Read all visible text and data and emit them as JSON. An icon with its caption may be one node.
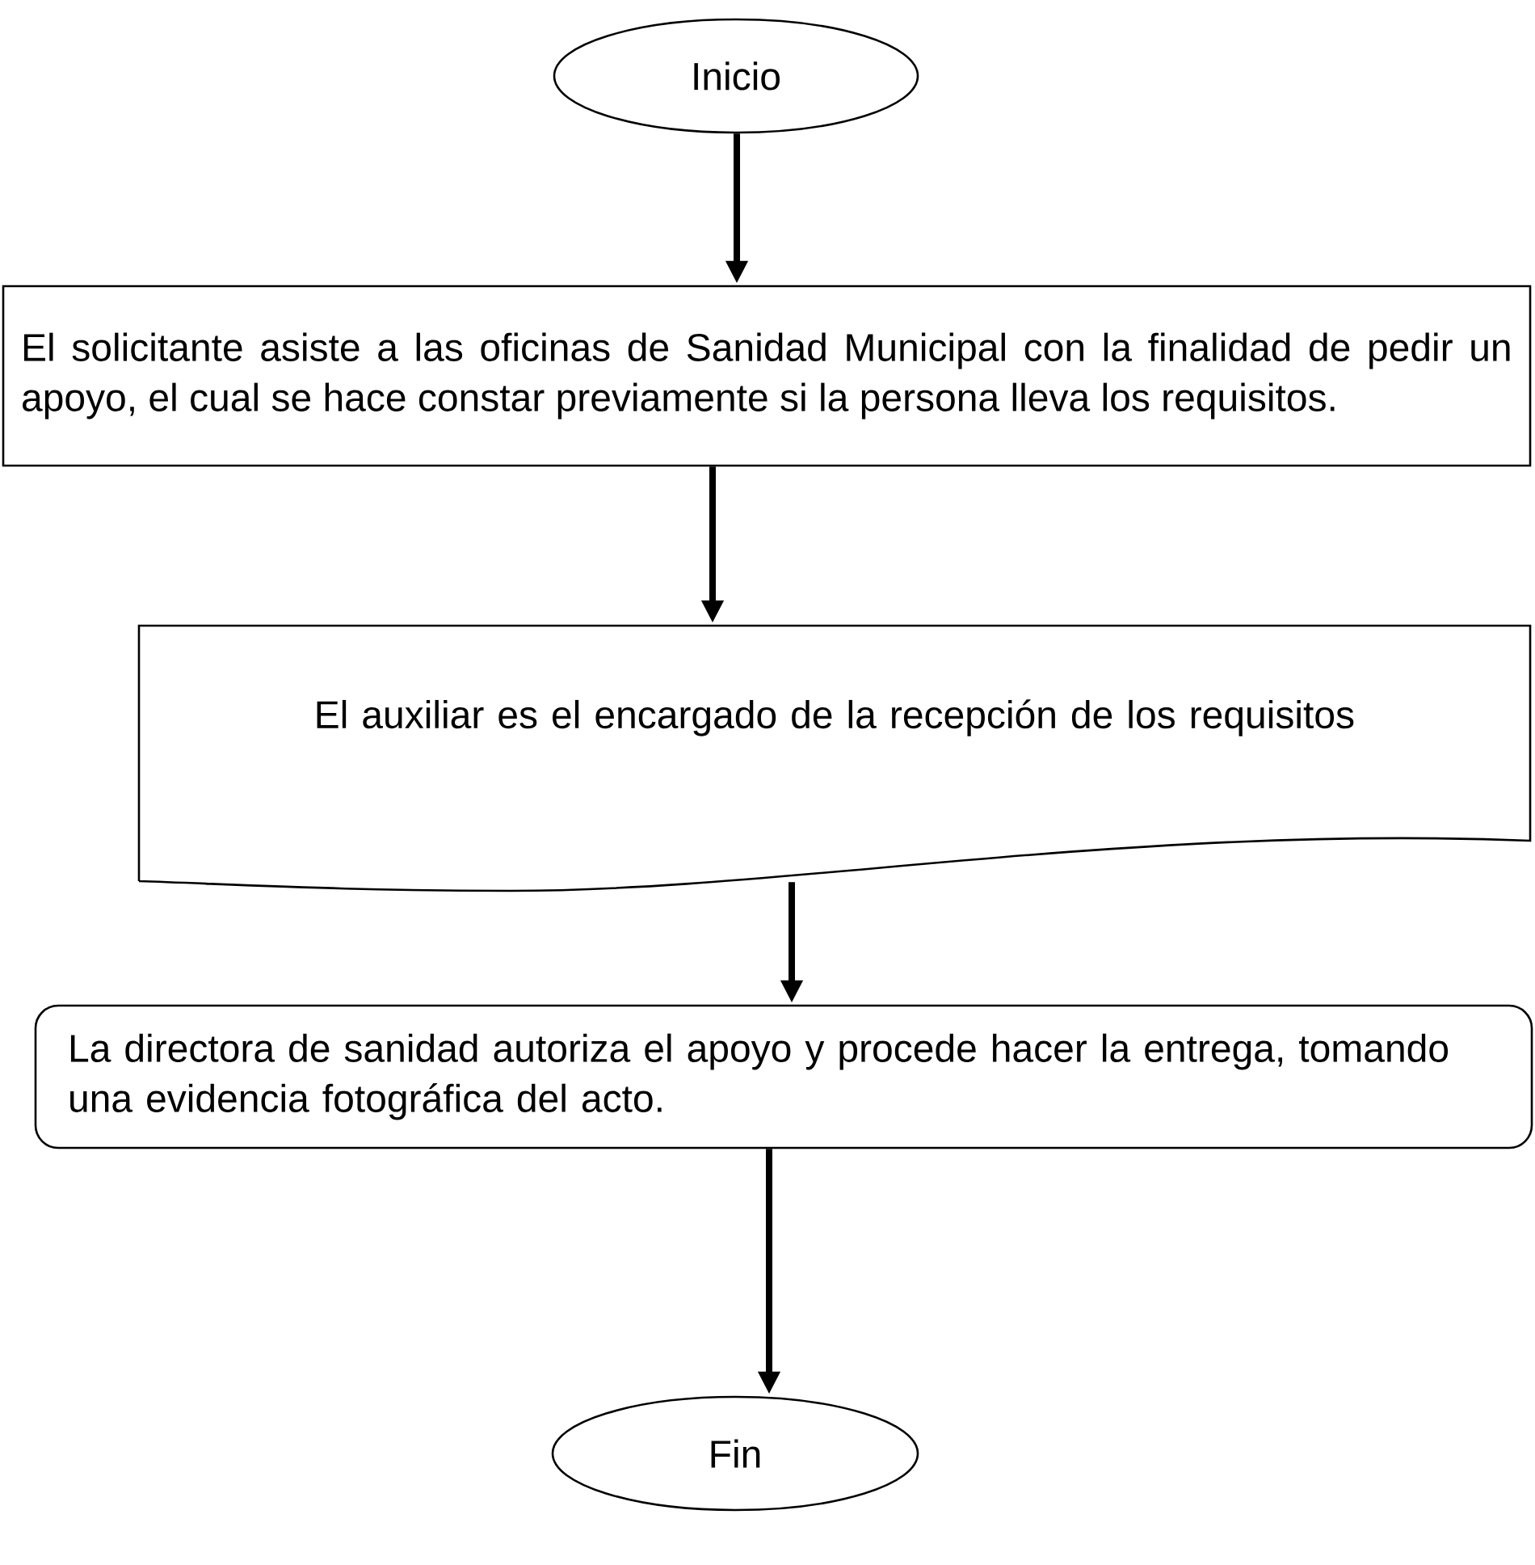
{
  "diagram": {
    "nodes": [
      {
        "text": [
          "Inicio"
        ]
      },
      {
        "text": [
          "El solicitante asiste a las oficinas de Sanidad Municipal con la finalidad de pedir un apoyo, el cual se hace constar previamente si la persona lleva los requisitos."
        ]
      },
      {
        "text": [
          "El auxiliar es el encargado de la recepción de los requisitos"
        ]
      },
      {
        "text": [
          "La directora de sanidad autoriza el apoyo y procede hacer la entrega, tomando una evidencia fotográfica del acto."
        ]
      },
      {
        "text": [
          "Fin"
        ]
      }
    ],
    "edges": [
      {
        "from": 0,
        "to": 1,
        "arrow": "to"
      },
      {
        "from": 1,
        "to": 2,
        "arrow": "to"
      },
      {
        "from": 2,
        "to": 3,
        "arrow": "to"
      },
      {
        "from": 3,
        "to": 4,
        "arrow": "to"
      }
    ]
  }
}
